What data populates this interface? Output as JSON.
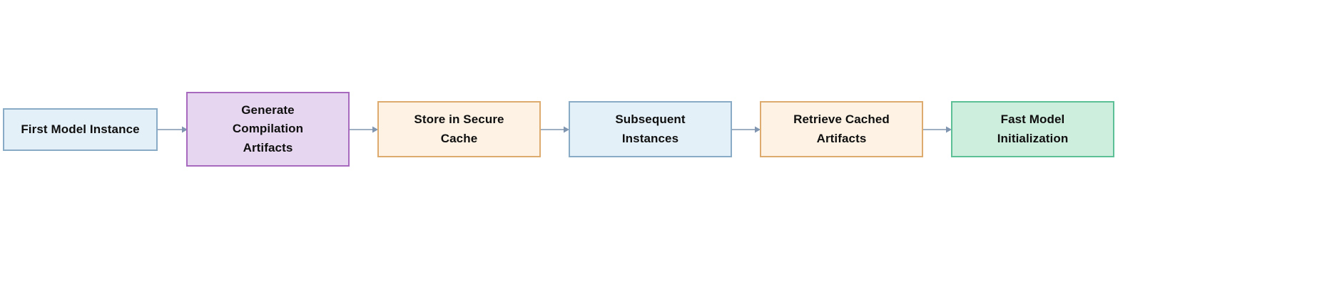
{
  "diagram": {
    "type": "flowchart",
    "orientation": "left-to-right",
    "background_color": "#ffffff",
    "connector_color": "#8096b0",
    "nodes": [
      {
        "id": "first-model-instance",
        "lines": [
          "First Model Instance"
        ],
        "fill_color": "#e4f0f8",
        "border_color": "#8aabc6",
        "text_color": "#0f0f0f"
      },
      {
        "id": "generate-compilation-artifacts",
        "lines": [
          "Generate",
          "Compilation",
          "Artifacts"
        ],
        "fill_color": "#e7d6ef",
        "border_color": "#a669bd",
        "text_color": "#0f0f0f"
      },
      {
        "id": "store-in-secure-cache",
        "lines": [
          "Store in Secure",
          "Cache"
        ],
        "fill_color": "#fdf2e3",
        "border_color": "#ddab6d",
        "text_color": "#0f0f0f"
      },
      {
        "id": "subsequent-instances",
        "lines": [
          "Subsequent",
          "Instances"
        ],
        "fill_color": "#e4f0f8",
        "border_color": "#8aabc6",
        "text_color": "#0f0f0f"
      },
      {
        "id": "retrieve-cached-artifacts",
        "lines": [
          "Retrieve Cached",
          "Artifacts"
        ],
        "fill_color": "#fdf2e3",
        "border_color": "#ddab6d",
        "text_color": "#0f0f0f"
      },
      {
        "id": "fast-model-initialization",
        "lines": [
          "Fast Model",
          "Initialization"
        ],
        "fill_color": "#cdeddd",
        "border_color": "#5dbf96",
        "text_color": "#0f0f0f"
      }
    ],
    "edges": [
      {
        "from": "first-model-instance",
        "to": "generate-compilation-artifacts",
        "label": ""
      },
      {
        "from": "generate-compilation-artifacts",
        "to": "store-in-secure-cache",
        "label": ""
      },
      {
        "from": "store-in-secure-cache",
        "to": "subsequent-instances",
        "label": ""
      },
      {
        "from": "subsequent-instances",
        "to": "retrieve-cached-artifacts",
        "label": ""
      },
      {
        "from": "retrieve-cached-artifacts",
        "to": "fast-model-initialization",
        "label": ""
      }
    ]
  }
}
